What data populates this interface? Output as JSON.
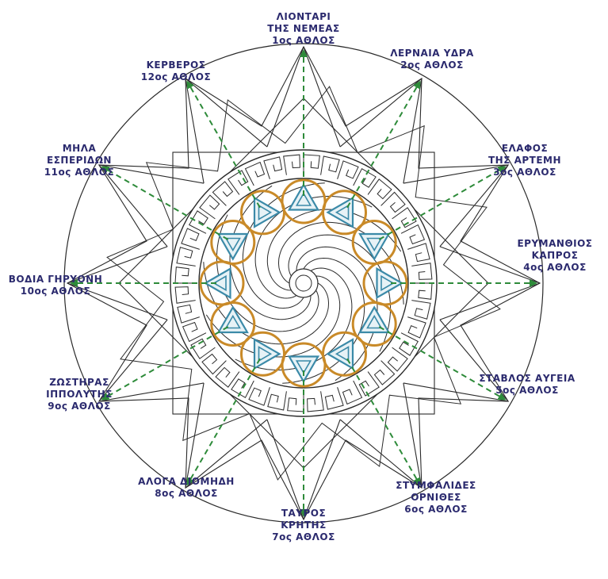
{
  "colors": {
    "line": "#2a2a2a",
    "arrow": "#2e8b3a",
    "label": "#2b2a6e",
    "ring": "#c98a28",
    "triangle": "#3b8aa8"
  },
  "labels": [
    {
      "lines": [
        "ΛΙΟΝΤΑΡΙ",
        "ΤΗΣ ΝΕΜΕΑΣ",
        "1ος ΑΘΛΟΣ"
      ]
    },
    {
      "lines": [
        "ΛΕΡΝΑΙΑ ΥΔΡΑ",
        "2ος ΑΘΛΟΣ"
      ]
    },
    {
      "lines": [
        "ΕΛΑΦΟΣ",
        "ΤΗΣ ΑΡΤΕΜΗ",
        "3ος ΑΘΛΟΣ"
      ]
    },
    {
      "lines": [
        "ΕΡΥΜΑΝΘΙΟΣ",
        "ΚΑΠΡΟΣ",
        "4ος ΑΘΛΟΣ"
      ]
    },
    {
      "lines": [
        "ΣΤΑΒΛΟΣ ΑΥΓΕΙΑ",
        "5ος ΑΘΛΟΣ"
      ]
    },
    {
      "lines": [
        "ΣΤΥΜΦΑΛΙΔΕΣ",
        "ΟΡΝΙΘΕΣ",
        "6ος ΑΘΛΟΣ"
      ]
    },
    {
      "lines": [
        "ΤΑΥΡΟΣ",
        "ΚΡΗΤΗΣ",
        "7ος ΑΘΛΟΣ"
      ]
    },
    {
      "lines": [
        "ΑΛΟΓΑ ΔΙΟΜΗΔΗ",
        "8ος ΑΘΛΟΣ"
      ]
    },
    {
      "lines": [
        "ΖΩΣΤΗΡΑΣ",
        "ΙΠΠΟΛΥΤΗΣ",
        "9ος ΑΘΛΟΣ"
      ]
    },
    {
      "lines": [
        "ΒΟΔΙΑ ΓΗΡΥΟΝΗ",
        "10ος ΑΘΛΟΣ"
      ]
    },
    {
      "lines": [
        "ΜΗΛΑ",
        "ΕΣΠΕΡΙΔΩΝ",
        "11ος ΑΘΛΟΣ"
      ]
    },
    {
      "lines": [
        "ΚΕΡΒΕΡΟΣ",
        "12ος ΑΘΛΟΣ"
      ]
    }
  ]
}
